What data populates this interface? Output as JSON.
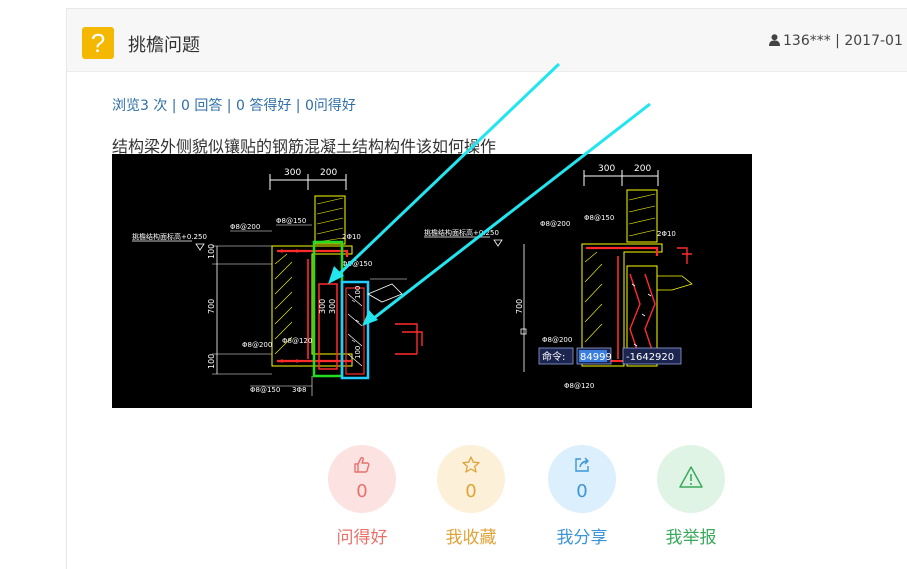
{
  "header": {
    "icon": "question-mark-icon",
    "icon_glyph": "?",
    "title": "挑檐问题",
    "user": "136***",
    "separator": " | ",
    "date": "2017-01"
  },
  "stats": {
    "views": "浏览3 次",
    "answers": "0 回答",
    "good_answers": "0 答得好",
    "good_questions": "0问得好",
    "sep": " | "
  },
  "question": {
    "text": "结构梁外侧貌似镶贴的钢筋混凝土结构构件该如何操作"
  },
  "cad": {
    "left": {
      "dim_top_a": "300",
      "dim_top_b": "200",
      "elev_label": "挑檐结构面标高+0.250",
      "rebar_a": "Φ8@200",
      "rebar_b": "Φ8@150",
      "rebar_c": "2Φ10",
      "rebar_d": "Φ8@150",
      "dim_100": "100",
      "dim_700": "700",
      "dim_300a": "300",
      "dim_300b": "300",
      "dim_100b": "100",
      "dim_100c": "100",
      "rebar_e": "Φ8@200",
      "rebar_f": "Φ8@120",
      "dim_100d": "100",
      "rebar_g": "Φ8@150",
      "dim_bottom": "3Φ8"
    },
    "right": {
      "dim_top_a": "300",
      "dim_top_b": "200",
      "elev_label": "挑檐结构面标高+0.250",
      "rebar_a": "Φ8@200",
      "rebar_b": "Φ8@150",
      "rebar_c": "2Φ10",
      "dim_700": "700",
      "rebar_e": "Φ8@200",
      "rebar_g": "Φ8@120"
    },
    "command": {
      "label": "命令:",
      "x": "84999",
      "y": "-1642920"
    },
    "colors": {
      "background": "#000000",
      "wall": "#ffff00",
      "rebar": "#ff2a2a",
      "dim": "#ffffff",
      "highlight_green": "#22dd22",
      "highlight_cyan": "#22ccff",
      "arrow": "#22e5f0"
    }
  },
  "actions": [
    {
      "name": "like",
      "icon": "thumbs-up-icon",
      "count": "0",
      "label": "问得好",
      "color": "#e8716c",
      "bg": "#fde2e2"
    },
    {
      "name": "favorite",
      "icon": "star-icon",
      "count": "0",
      "label": "我收藏",
      "color": "#e0a33a",
      "bg": "#fdf0d9"
    },
    {
      "name": "share",
      "icon": "share-icon",
      "count": "0",
      "label": "我分享",
      "color": "#3b95d8",
      "bg": "#dceffc"
    },
    {
      "name": "report",
      "icon": "warning-icon",
      "count": "",
      "label": "我举报",
      "color": "#3aaa5c",
      "bg": "#dff4e4"
    }
  ]
}
